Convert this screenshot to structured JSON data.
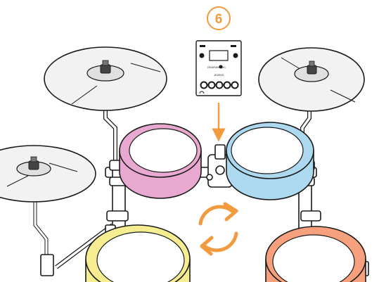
{
  "step": {
    "number": "6"
  },
  "module": {
    "brand": "GEAR4MUSIC",
    "model": "JD200S"
  },
  "colors": {
    "accent_orange": "#F39A3E",
    "pad_pink": "#E8A8CF",
    "pad_blue": "#ACD9F0",
    "pad_yellow": "#F5ED8F",
    "pad_orange": "#F6A07D",
    "cymbal_fill": "#F2F2F2",
    "outline": "#1A1A1A"
  },
  "icons": [
    "circular-arrows-icon",
    "down-arrow-icon",
    "headphone-icon"
  ]
}
